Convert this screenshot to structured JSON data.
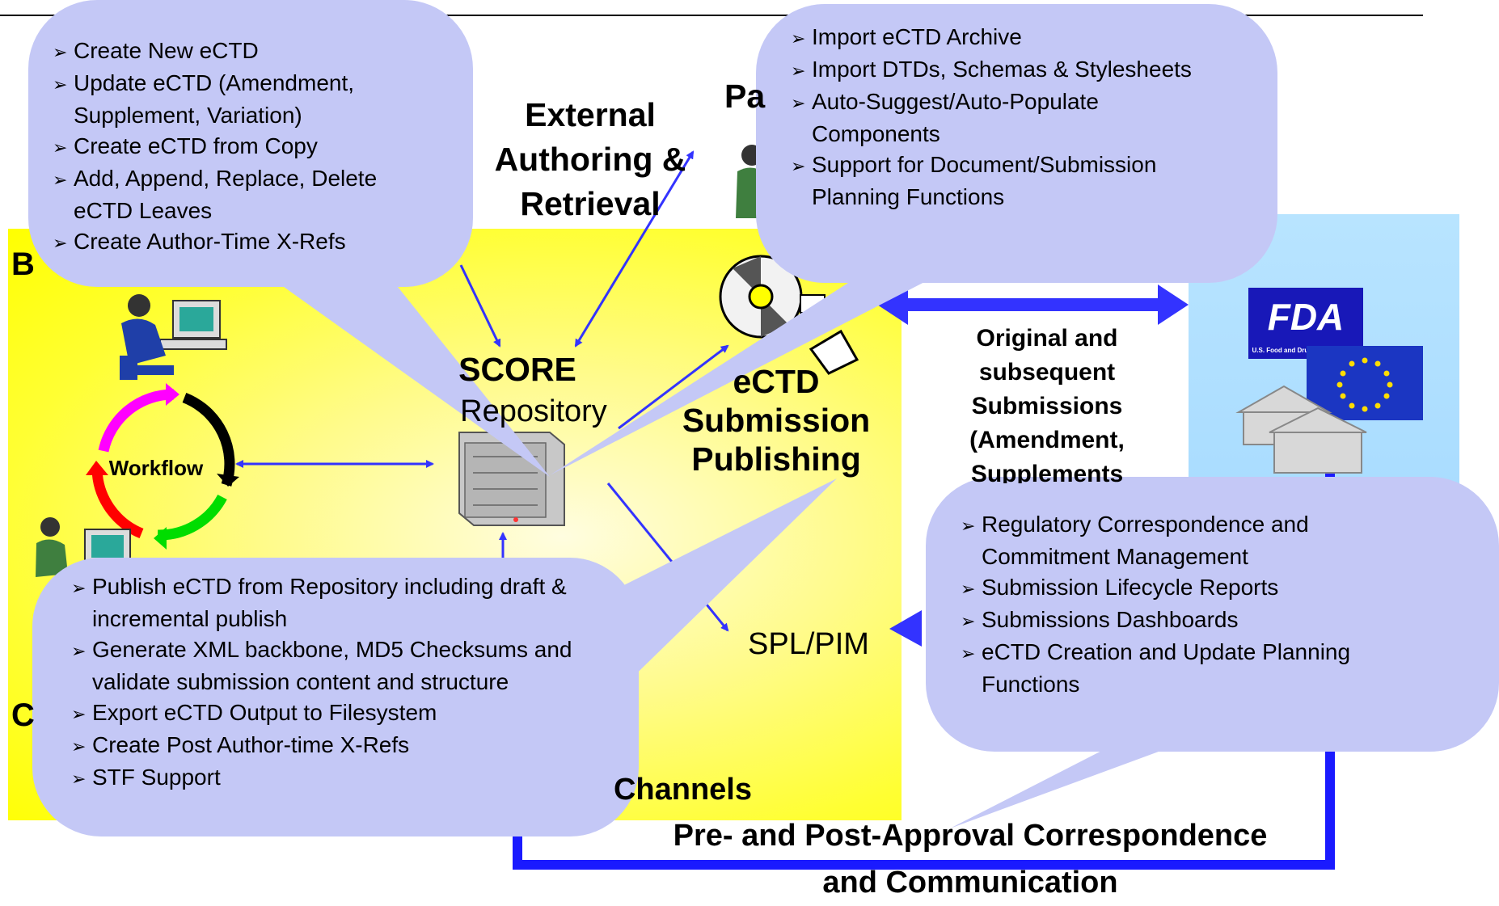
{
  "labels": {
    "external_authoring": [
      "External",
      "Authoring &",
      "Retrieval"
    ],
    "partial_left": "Pa",
    "score": "SCORE",
    "repository": "Repository",
    "ectd_publishing": [
      "eCTD",
      "Submission",
      "Publishing"
    ],
    "workflow": "Workflow",
    "spl_pim": "SPL/PIM",
    "original_submissions": [
      "Original and",
      "subsequent",
      "Submissions",
      "(Amendment,",
      "Supplements"
    ],
    "channels": "Channels",
    "correspondence": [
      "Pre- and Post-Approval Correspondence",
      "and Communication"
    ],
    "left_b": "B",
    "left_c": "C"
  },
  "callouts": {
    "authoring": [
      "Create New eCTD",
      "Update eCTD (Amendment, Supplement, Variation)",
      "Create eCTD from Copy",
      "Add, Append, Replace, Delete eCTD Leaves",
      "Create Author-Time X-Refs"
    ],
    "import": [
      "Import eCTD Archive",
      "Import DTDs, Schemas & Stylesheets",
      "Auto-Suggest/Auto-Populate Components",
      "Support for Document/Submission Planning Functions"
    ],
    "publish": [
      "Publish eCTD from Repository including draft & incremental publish",
      "Generate XML backbone, MD5 Checksums and validate submission content and structure",
      "Export eCTD Output to Filesystem",
      "Create Post Author-time X-Refs",
      "STF Support"
    ],
    "regulatory": [
      "Regulatory Correspondence and Commitment Management",
      "Submission Lifecycle Reports",
      "Submissions Dashboards",
      "eCTD Creation and Update Planning Functions"
    ]
  },
  "logos": {
    "fda": "FDA",
    "fda_sub": "U.S. Food and Drug Administration"
  },
  "colors": {
    "callout_fill": "#c4c8f6",
    "panel_yellow": "#ffff00",
    "panel_blue": "#aedfff",
    "arrow_blue": "#3333ff"
  }
}
